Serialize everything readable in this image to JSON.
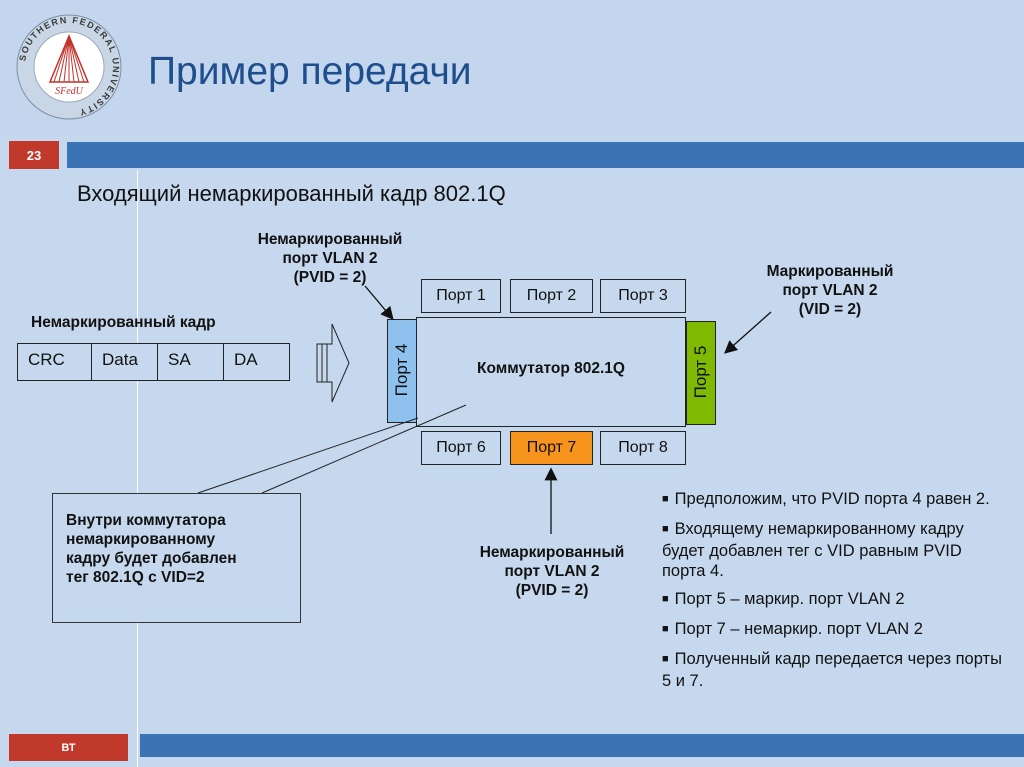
{
  "header": {
    "title": "Пример передачи",
    "slide_number": "23",
    "logo": {
      "ring_text": "SOUTHERN FEDERAL UNIVERSITY",
      "mark": "SFedU",
      "icon": "university-pyramid-logo"
    }
  },
  "subtitle": "Входящий немаркированный кадр 802.1Q",
  "ingress_port_label": [
    "Немаркированный",
    "порт VLAN 2",
    "(PVID = 2)"
  ],
  "egress_tagged_label": [
    "Маркированный",
    "порт VLAN 2",
    "(VID = 2)"
  ],
  "egress_untagged_label": [
    "Немаркированный",
    "порт VLAN 2",
    "(PVID = 2)"
  ],
  "frame": {
    "label": "Немаркированный кадр",
    "fields": [
      "CRC",
      "Data",
      "SA",
      "DA"
    ]
  },
  "switch": {
    "label": "Коммутатор 802.1Q",
    "ports_top": [
      "Порт 1",
      "Порт 2",
      "Порт 3"
    ],
    "ports_bottom": [
      "Порт 6",
      "Порт 7",
      "Порт 8"
    ],
    "port_left": "Порт 4",
    "port_right": "Порт 5"
  },
  "callout": [
    "Внутри коммутатора",
    "немаркированному",
    "кадру будет добавлен",
    "тег 802.1Q с VID=2"
  ],
  "bullets": [
    "Предположим, что PVID порта 4 равен 2.",
    "Входящему немаркированному кадру будет добавлен тег с VID равным PVID порта 4.",
    "Порт 5 – маркир. порт VLAN 2",
    "Порт 7 – немаркир. порт VLAN 2",
    "Полученный кадр передается через порты 5 и 7."
  ],
  "footer": {
    "label": "ВТ"
  },
  "colors": {
    "background": "#c6d8ee",
    "bar_blue": "#3b73b5",
    "badge_red": "#c0392b",
    "title_blue": "#1f4e8c",
    "port4_blue": "#8ec1ee",
    "port5_green": "#7fba00",
    "port7_orange": "#f7941d"
  }
}
